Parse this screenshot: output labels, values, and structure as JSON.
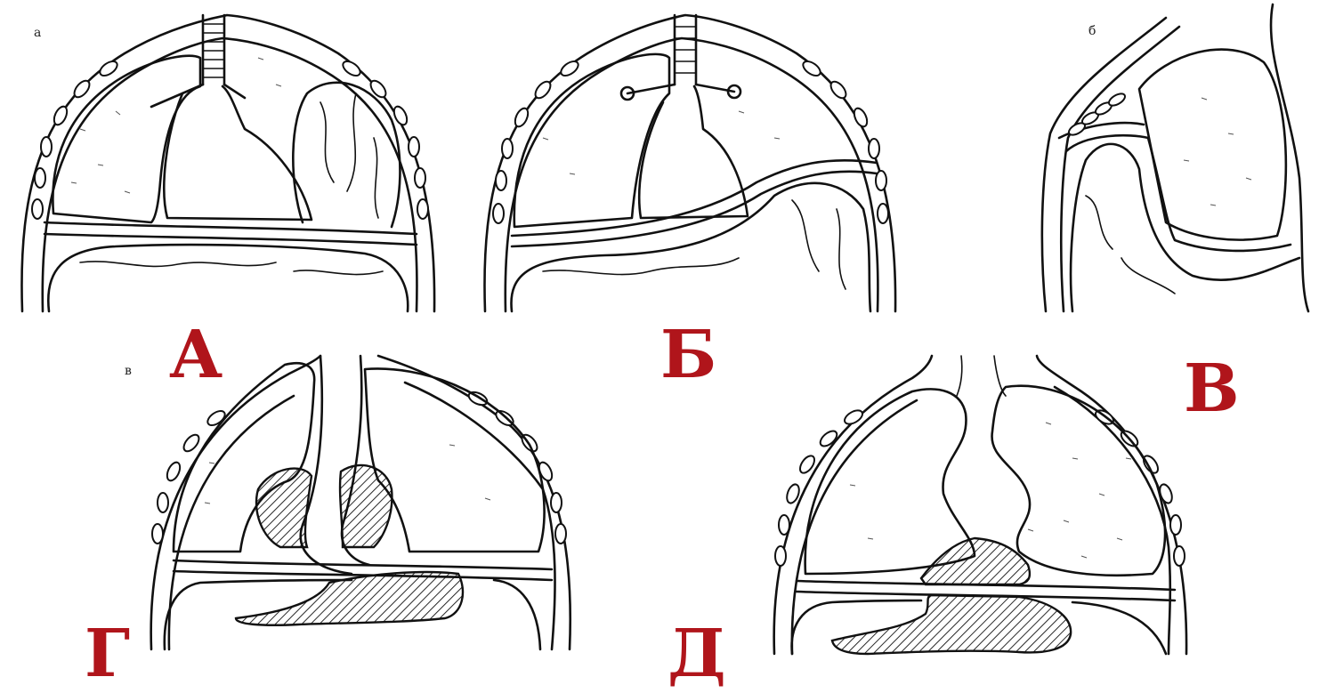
{
  "labels": {
    "A": "А",
    "B": "Б",
    "V": "В",
    "G": "Г",
    "D": "Д"
  },
  "sublabels": {
    "a": "а",
    "b": "б",
    "v": "в"
  },
  "colors": {
    "label": "#b0151b",
    "line": "#111111",
    "hatch": "#111111",
    "background": "#ffffff"
  }
}
